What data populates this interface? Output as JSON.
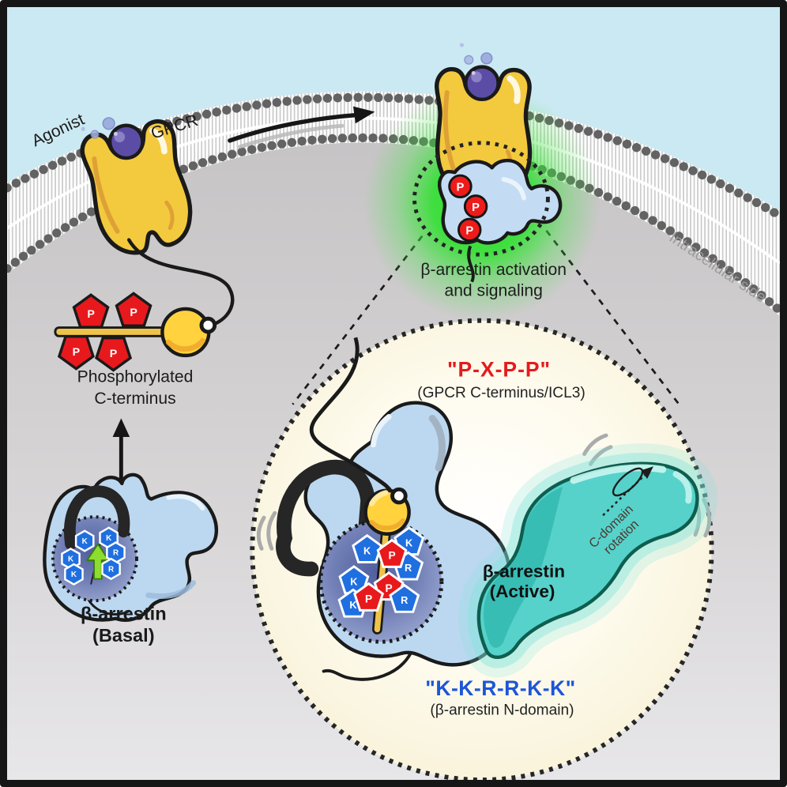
{
  "labels": {
    "agonist": "Agonist",
    "gpcr": "GPCR",
    "phospho1": "Phosphorylated",
    "phospho2": "C-terminus",
    "basal1": "β-arrestin",
    "basal2": "(Basal)",
    "act1": "β-arrestin activation",
    "act2": "and signaling",
    "intracellular": "Intracellular side",
    "pxpp": "\"P-X-P-P\"",
    "pxpp_sub": "(GPCR C-terminus/ICL3)",
    "active1": "β-arrestin",
    "active2": "(Active)",
    "kkrrkk": "\"K-K-R-R-K-K\"",
    "kkrrkk_sub": "(β-arrestin N-domain)",
    "cdom1": "C-domain",
    "cdom2": "rotation"
  },
  "markers": {
    "p": "P",
    "k": "K",
    "r": "R"
  },
  "colors": {
    "sky_blue": "#cbe9f2",
    "cytosol_gray": "#d3d1d3",
    "membrane_head_gray": "#636363",
    "gpcr_yellow": "#f3c93e",
    "agonist_purple": "#5b4da6",
    "phosphate_red": "#e8191c",
    "basic_residue_blue": "#1f6fe0",
    "arrestin_light_blue": "#bcd8f0",
    "arrestin_core_slate": "#6f7cb3",
    "active_cdomain_teal": "#56d2ca",
    "activation_glow_green": "#2ce32c",
    "lens_cream": "#fbf6df",
    "motif_text_red": "#e41b1e",
    "motif_text_blue": "#1d55d8",
    "arrow_green": "#8fdc30"
  }
}
